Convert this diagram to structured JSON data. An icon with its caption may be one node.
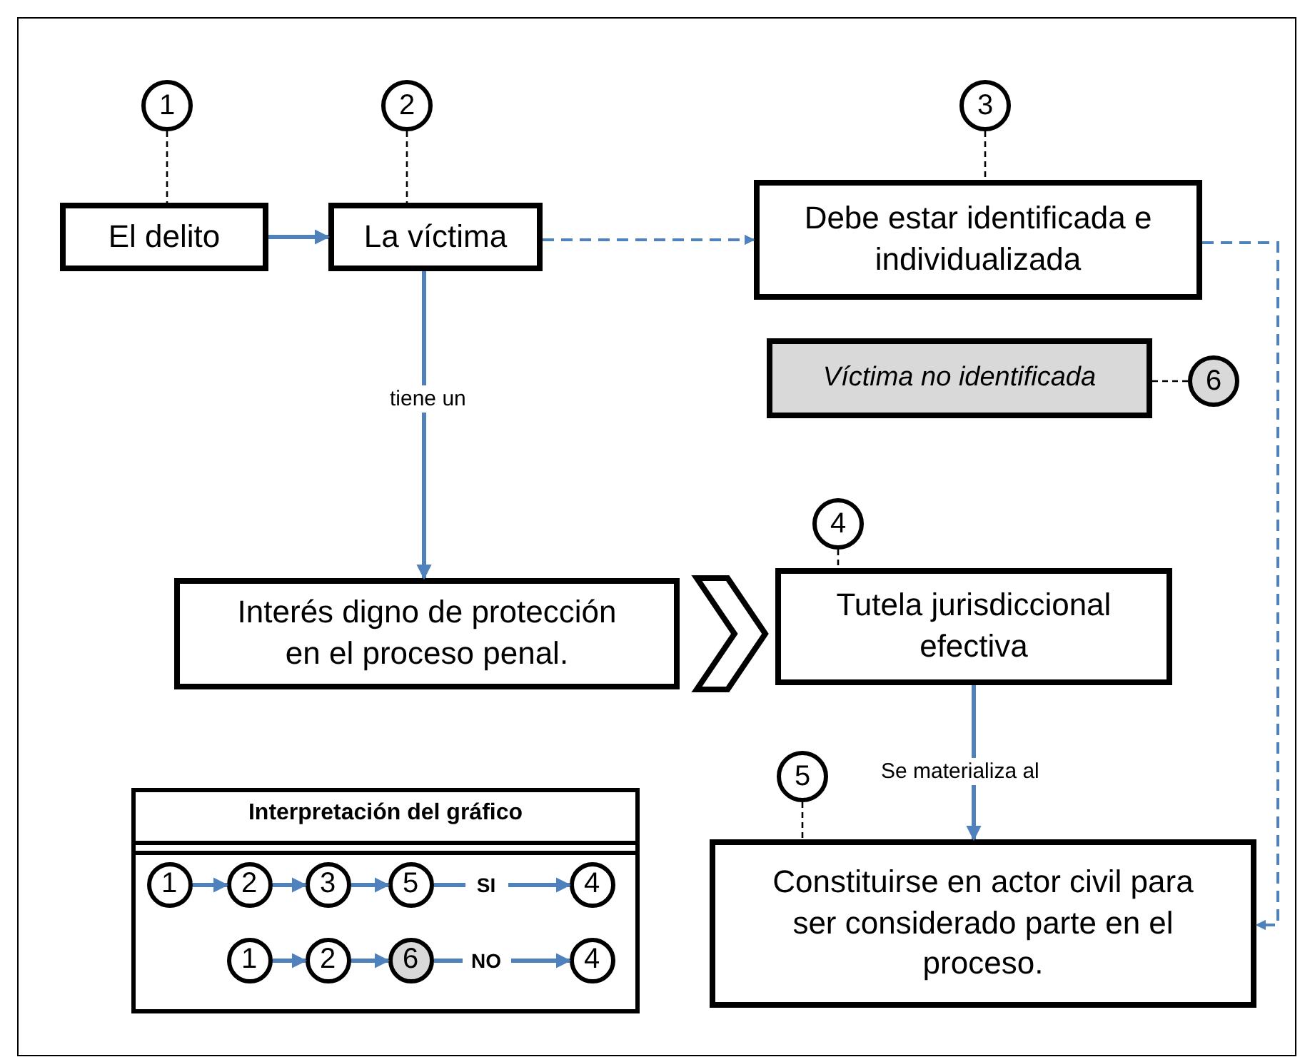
{
  "diagram": {
    "nodes": [
      {
        "text": [
          "El delito"
        ]
      },
      {
        "text": [
          "La víctima"
        ]
      },
      {
        "text": [
          "Debe estar identificada e individualizada"
        ]
      },
      {
        "text": [
          "Víctima no identificada"
        ]
      },
      {
        "text": [
          "Interés digno de protección en el proceso penal."
        ]
      },
      {
        "text": [
          "Tutela jurisdiccional efectiva"
        ]
      },
      {
        "text": [
          "Constituirse en actor civil para ser considerado parte en el proceso."
        ]
      },
      {
        "text": [
          "1"
        ]
      },
      {
        "text": [
          "2"
        ]
      },
      {
        "text": [
          "3"
        ]
      },
      {
        "text": [
          "6"
        ]
      },
      {
        "text": [
          "4"
        ]
      },
      {
        "text": [
          "5"
        ]
      },
      {
        "text": [
          "Interpretación del gráfico"
        ]
      },
      {
        "text": [
          "1"
        ],
        "in": 13
      },
      {
        "text": [
          "2"
        ],
        "in": 13
      },
      {
        "text": [
          "3"
        ],
        "in": 13
      },
      {
        "text": [
          "5"
        ],
        "in": 13
      },
      {
        "text": [
          "SI"
        ],
        "in": 13
      },
      {
        "text": [
          "4"
        ],
        "in": 13
      },
      {
        "text": [
          "1"
        ],
        "in": 13
      },
      {
        "text": [
          "2"
        ],
        "in": 13
      },
      {
        "text": [
          "6"
        ],
        "in": 13
      },
      {
        "text": [
          "NO"
        ],
        "in": 13
      },
      {
        "text": [
          "4"
        ],
        "in": 13
      }
    ],
    "edges": [
      {
        "from": 0,
        "to": 1,
        "arrow": "to"
      },
      {
        "from": 1,
        "to": 2,
        "arrow": "to",
        "style": "dashed"
      },
      {
        "from": 1,
        "to": 4,
        "arrow": "to",
        "label": "tiene un"
      },
      {
        "from": 2,
        "to": 6,
        "arrow": "to",
        "style": "dashed"
      },
      {
        "from": 4,
        "to": 5,
        "arrow": "to",
        "color": "#000000",
        "style": "thick"
      },
      {
        "from": 5,
        "to": 6,
        "arrow": "to",
        "label": "Se materializa al"
      },
      {
        "from": 7,
        "to": 0,
        "arrow": "none",
        "style": "dashed",
        "color": "#000000"
      },
      {
        "from": 8,
        "to": 1,
        "arrow": "none",
        "style": "dashed",
        "color": "#000000"
      },
      {
        "from": 9,
        "to": 2,
        "arrow": "none",
        "style": "dashed",
        "color": "#000000"
      },
      {
        "from": 10,
        "to": 3,
        "arrow": "none",
        "style": "dashed",
        "color": "#000000"
      },
      {
        "from": 11,
        "to": 5,
        "arrow": "none",
        "style": "dashed",
        "color": "#000000"
      },
      {
        "from": 12,
        "to": 6,
        "arrow": "none",
        "style": "dashed",
        "color": "#000000"
      },
      {
        "from": 14,
        "to": 15,
        "arrow": "to"
      },
      {
        "from": 15,
        "to": 16,
        "arrow": "to"
      },
      {
        "from": 16,
        "to": 17,
        "arrow": "to"
      },
      {
        "from": 17,
        "to": 18,
        "arrow": "none"
      },
      {
        "from": 18,
        "to": 19,
        "arrow": "to"
      },
      {
        "from": 20,
        "to": 21,
        "arrow": "to"
      },
      {
        "from": 21,
        "to": 22,
        "arrow": "to"
      },
      {
        "from": 22,
        "to": 23,
        "arrow": "none"
      },
      {
        "from": 23,
        "to": 24,
        "arrow": "to"
      }
    ]
  }
}
